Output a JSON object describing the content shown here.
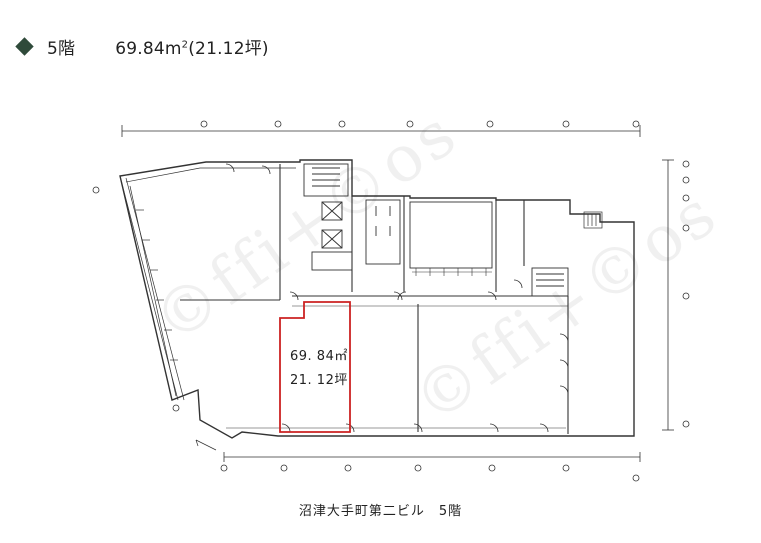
{
  "heading": {
    "floor": "5階",
    "area_prefix": "69.84m",
    "area_sup": "2",
    "area_tsubo": "(21.12坪)"
  },
  "unit": {
    "area": "69. 84㎡",
    "tsubo": "21. 12坪"
  },
  "caption": "沼津大手町第二ビル　5階",
  "watermark": "©ffi+©os",
  "colors": {
    "line": "#333333",
    "highlight": "#cc2222",
    "bullet": "#2f4a3a"
  }
}
